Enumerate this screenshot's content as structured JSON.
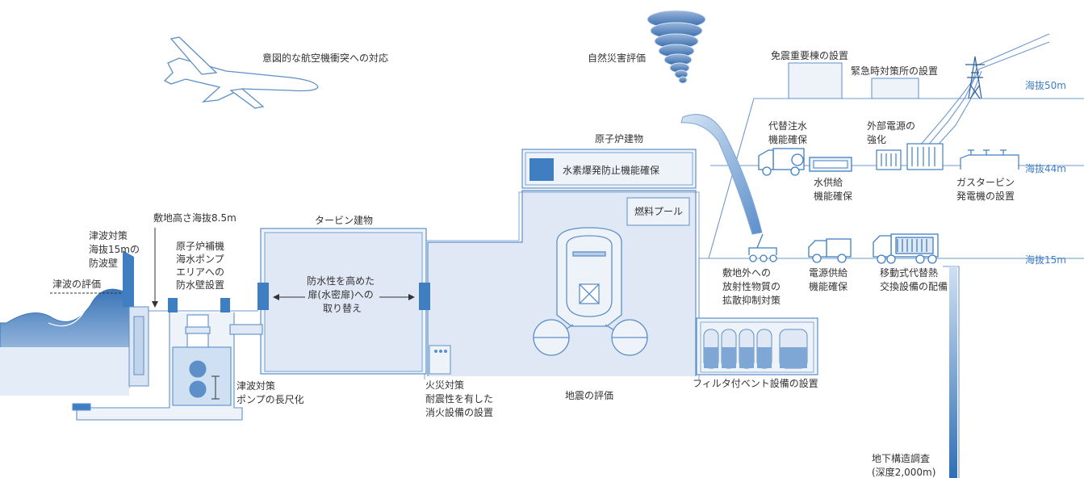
{
  "colors": {
    "primary": "#3f7fc1",
    "line": "#6c98cf",
    "panel": "#dfe8f4",
    "panel_light": "#eef3f9",
    "accent_dark": "#3a6fb3"
  },
  "captions": {
    "plane": "意図的な航空機衝突への対応",
    "tornado": "自然災害評価",
    "quake_bldg": "免震重要棟の設置",
    "emergency_office": "緊急時対策所の設置",
    "elev_50": "海抜50m",
    "elev_44": "海抜44m",
    "elev_15": "海抜15m",
    "reactor_bldg": "原子炉建物",
    "h2_prevention": "水素爆発防止機能確保",
    "fuel_pool": "燃料プール",
    "turbine_bldg": "タービン建物",
    "site_height": "敷地高さ海抜8.5m",
    "tsunami_wall": [
      "津波対策",
      "海抜15mの",
      "防波壁"
    ],
    "tsunami_eval": "津波の評価",
    "pump_area": [
      "原子炉補機",
      "海水ポンプ",
      "エリアへの",
      "防水壁設置"
    ],
    "doors": [
      "防水性を高めた",
      "扉(水密扉)への",
      "取り替え"
    ],
    "pump_extension": [
      "津波対策",
      "ポンプの長尺化"
    ],
    "fire": [
      "火災対策",
      "耐震性を有した",
      "消火設備の設置"
    ],
    "quake_eval": "地震の評価",
    "filter_vent": "フィルタ付ベント設備の設置",
    "alt_injection": [
      "代替注水",
      "機能確保"
    ],
    "water_supply": [
      "水供給",
      "機能確保"
    ],
    "ext_power": [
      "外部電源の",
      "強化"
    ],
    "gas_turbine": [
      "ガスタービン",
      "発電機の設置"
    ],
    "dispersal": [
      "敷地外への",
      "放射性物質の",
      "拡散抑制対策"
    ],
    "power_supply": [
      "電源供給",
      "機能確保"
    ],
    "mobile_heat": [
      "移動式代替熱",
      "交換設備の配備"
    ],
    "underground": [
      "地下構造調査",
      "(深度2,000m)"
    ]
  }
}
